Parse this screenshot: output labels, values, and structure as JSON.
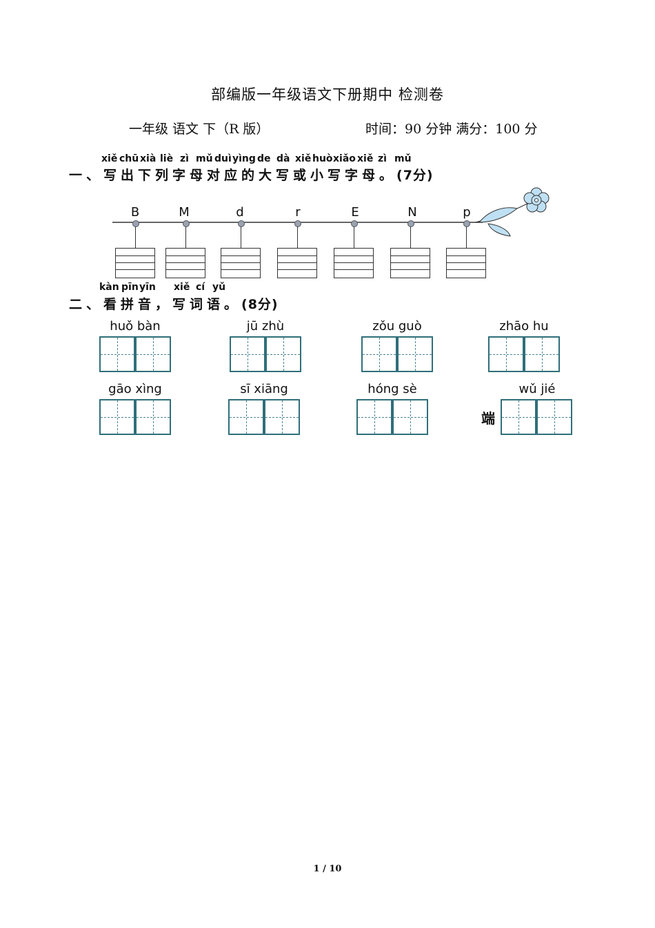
{
  "title": "部编版一年级语文下册期中 检测卷",
  "info": {
    "grade_subject": "一年级  语文  下（R 版）",
    "time_score": "时间：90 分钟  满分：100 分"
  },
  "section1": {
    "pinyin": [
      "xiě",
      "chū",
      "xià",
      "liè",
      "zì",
      "mǔ",
      "duì",
      "yìng",
      "de",
      "dà",
      "xiě",
      "huò",
      "xiǎo",
      "xiě",
      "zì",
      "mǔ"
    ],
    "heading": "一、写出下列字母对应的大写或小写字母。",
    "score": "(7分)",
    "letters": [
      "B",
      "M",
      "d",
      "r",
      "E",
      "N",
      "p"
    ]
  },
  "section2": {
    "pinyin": [
      "kàn",
      "pīn",
      "yīn",
      "xiě",
      "cí",
      "yǔ"
    ],
    "heading": "二、看拼音，写词语。",
    "score": "(8分)",
    "words": [
      {
        "pinyin": "huǒ  bàn"
      },
      {
        "pinyin": "jū   zhù"
      },
      {
        "pinyin": "zǒu  guò"
      },
      {
        "pinyin": "zhāo   hu"
      },
      {
        "pinyin": "gāo  xìng"
      },
      {
        "pinyin": "sī   xiāng"
      },
      {
        "pinyin": "hóng   sè"
      },
      {
        "pinyin": "wǔ    jié",
        "prefix": "端"
      }
    ]
  },
  "footer": "1 / 10",
  "colors": {
    "grid": "#2f6f7a",
    "flower": "#bfe0f3",
    "leaf": "#bfe0f3"
  }
}
